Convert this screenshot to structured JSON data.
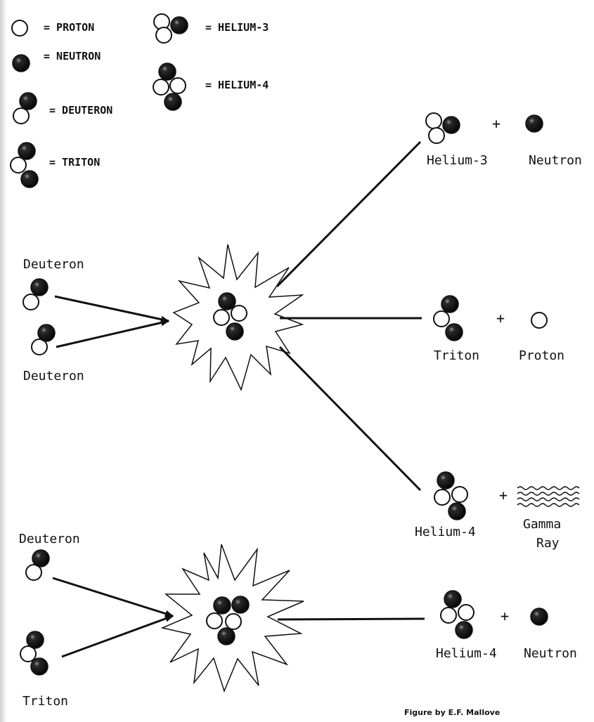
{
  "legend": {
    "proton": "= PROTON",
    "neutron": "= NEUTRON",
    "deuteron": "= DEUTERON",
    "triton": "= TRITON",
    "helium3": "= HELIUM-3",
    "helium4": "= HELIUM-4"
  },
  "reactants": {
    "dd_top": "Deuteron",
    "dd_bottom": "Deuteron",
    "dt_deuteron": "Deuteron",
    "dt_triton": "Triton"
  },
  "products": {
    "helium3": "Helium-3",
    "neutron1": "Neutron",
    "triton": "Triton",
    "proton": "Proton",
    "helium4_gamma": "Helium-4",
    "gamma_line1": "Gamma",
    "gamma_line2": "Ray",
    "helium4_dt": "Helium-4",
    "neutron2": "Neutron",
    "plus": "+"
  },
  "credit": "Figure by E.F. Mallove",
  "colors": {
    "ink": "#111111",
    "paper": "#ffffff"
  }
}
